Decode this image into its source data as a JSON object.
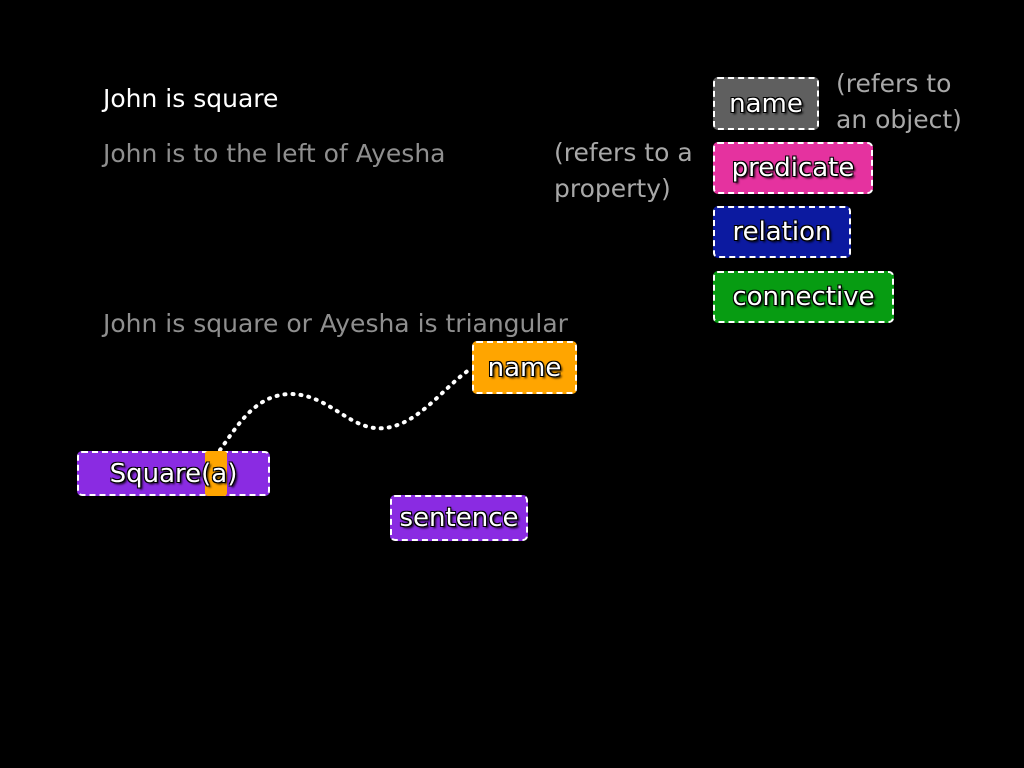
{
  "sentences": {
    "s1": "John is square",
    "s2": "John is to the left of Ayesha",
    "s3": "John is square or Ayesha is triangular"
  },
  "legend": {
    "name_label": "name",
    "predicate_label": "predicate",
    "relation_label": "relation",
    "connective_label": "connective",
    "name_note": [
      "(refers to",
      "an object)"
    ],
    "predicate_note": [
      "(refers to a",
      "property)"
    ]
  },
  "diagram": {
    "name_box": "name",
    "formula_box": "Square(a)",
    "sentence_box": "sentence"
  },
  "colors": {
    "name": "#5f5f5f",
    "predicate": "#e5329f",
    "relation": "#0c1aa0",
    "connective": "#079c12",
    "name_highlight": "#ffa500",
    "sentence": "#8a2be2"
  }
}
